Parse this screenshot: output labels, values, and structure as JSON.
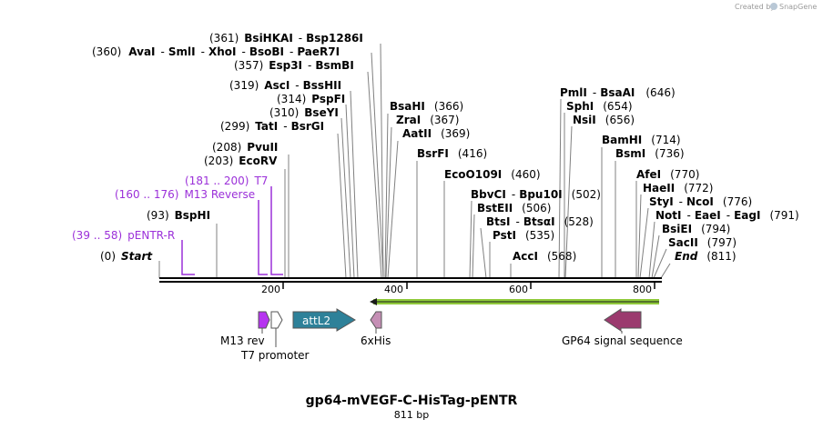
{
  "credit": {
    "prefix": "Created by",
    "brand": "SnapGene"
  },
  "title": "gp64-mVEGF-C-HisTag-pENTR",
  "length_label": "811 bp",
  "ticks": [
    "200",
    "400",
    "600",
    "800"
  ],
  "sites": [
    {
      "pos": "(361)",
      "name": "BsiHKAI",
      "name2": "Bsp1286I"
    },
    {
      "pos": "(360)",
      "name": "AvaI",
      "name2": "SmlI",
      "name3": "XhoI",
      "name4": "BsoBI",
      "name5": "PaeR7I"
    },
    {
      "pos": "(357)",
      "name": "Esp3I",
      "name2": "BsmBI"
    },
    {
      "pos": "(319)",
      "name": "AscI",
      "name2": "BssHII"
    },
    {
      "pos": "(314)",
      "name": "PspFI"
    },
    {
      "pos": "(310)",
      "name": "BseYI"
    },
    {
      "pos": "(299)",
      "name": "TatI",
      "name2": "BsrGI"
    },
    {
      "pos": "(208)",
      "name": "PvuII"
    },
    {
      "pos": "(203)",
      "name": "EcoRV"
    },
    {
      "pos": "(93)",
      "name": "BspHI"
    },
    {
      "pos": "(0)",
      "name": "Start"
    },
    {
      "pos": "(366)",
      "name": "BsaHI"
    },
    {
      "pos": "(367)",
      "name": "ZraI"
    },
    {
      "pos": "(369)",
      "name": "AatII"
    },
    {
      "pos": "(416)",
      "name": "BsrFI"
    },
    {
      "pos": "(460)",
      "name": "EcoO109I"
    },
    {
      "pos": "(502)",
      "name": "BbvCI",
      "name2": "Bpu10I"
    },
    {
      "pos": "(506)",
      "name": "BstEII"
    },
    {
      "pos": "(528)",
      "name": "BtsI",
      "name2": "BtsαI"
    },
    {
      "pos": "(535)",
      "name": "PstI"
    },
    {
      "pos": "(568)",
      "name": "AccI"
    },
    {
      "pos": "(646)",
      "name": "PmlI",
      "name2": "BsaAI"
    },
    {
      "pos": "(654)",
      "name": "SphI"
    },
    {
      "pos": "(656)",
      "name": "NsiI"
    },
    {
      "pos": "(714)",
      "name": "BamHI"
    },
    {
      "pos": "(736)",
      "name": "BsmI"
    },
    {
      "pos": "(770)",
      "name": "AfeI"
    },
    {
      "pos": "(772)",
      "name": "HaeII"
    },
    {
      "pos": "(776)",
      "name": "StyI",
      "name2": "NcoI"
    },
    {
      "pos": "(791)",
      "name": "NotI",
      "name2": "EaeI",
      "name3": "EagI"
    },
    {
      "pos": "(794)",
      "name": "BsiEI"
    },
    {
      "pos": "(797)",
      "name": "SacII"
    },
    {
      "pos": "(811)",
      "name": "End"
    }
  ],
  "primers": [
    {
      "range": "(181 .. 200)",
      "name": "T7"
    },
    {
      "range": "(160 .. 176)",
      "name": "M13 Reverse"
    },
    {
      "range": "(39 .. 58)",
      "name": "pENTR-R"
    }
  ],
  "features": {
    "m13_rev": "M13 rev",
    "t7_promoter": "T7 promoter",
    "attl2": "attL2",
    "his6": "6xHis",
    "gp64_signal": "GP64 signal sequence"
  },
  "colors": {
    "primer": "#9b30d9",
    "attl2": "#2e8199",
    "his": "#c58fb5",
    "gp64": "#9b3a6e",
    "m13": "#b633f0",
    "orf": "#8fc93a"
  }
}
